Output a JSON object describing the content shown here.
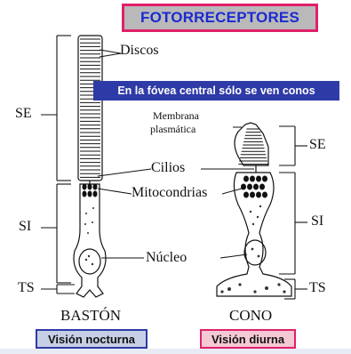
{
  "title": "FOTORRECEPTORES",
  "banner": "En la fóvea central sólo se ven conos",
  "labels": {
    "discos": "Discos",
    "membrana_1": "Membrana",
    "membrana_2": "plasmática",
    "cilios": "Cilios",
    "mitocondrias": "Mitocondrias",
    "nucleo": "Núcleo"
  },
  "zones_left": {
    "se": "SE",
    "si": "SI",
    "ts": "TS"
  },
  "zones_right": {
    "se": "SE",
    "si": "SI",
    "ts": "TS"
  },
  "cells": {
    "rod": "BASTÓN",
    "cone": "CONO"
  },
  "captions": {
    "rod": "Visión nocturna",
    "cone": "Visión diurna"
  },
  "colors": {
    "title_border": "#e0206a",
    "title_text": "#1b2ad0",
    "banner_bg": "#2e3aa6",
    "rod_caption_bg": "#c7cfe6",
    "cone_caption_bg": "#f5c9d4"
  }
}
